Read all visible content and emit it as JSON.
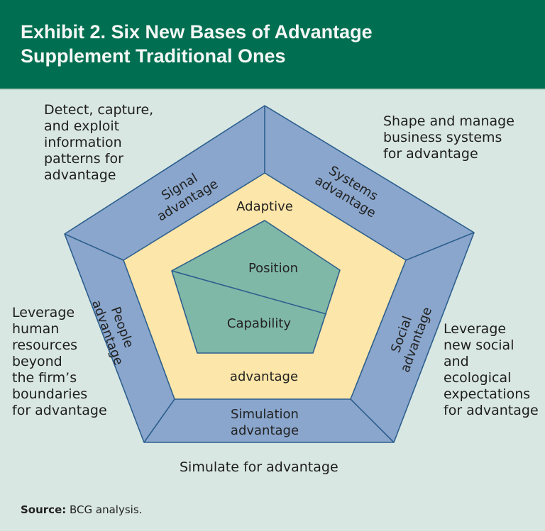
{
  "header": {
    "title_line1": "Exhibit 2. Six New Bases of Advantage",
    "title_line2": "Supplement Traditional Ones"
  },
  "diagram": {
    "core": {
      "position": "Position",
      "capability": "Capability"
    },
    "middle": {
      "adaptive": "Adaptive",
      "advantage": "advantage"
    },
    "outer": {
      "signal": [
        "Signal",
        "advantage"
      ],
      "systems": [
        "Systems",
        "advantage"
      ],
      "social": [
        "Social",
        "advantage"
      ],
      "simulation": [
        "Simulation",
        "advantage"
      ],
      "people": [
        "People",
        "advantage"
      ]
    },
    "descriptions": {
      "signal": [
        "Detect, capture,",
        "and exploit",
        "information",
        "patterns for",
        "advantage"
      ],
      "systems": [
        "Shape and manage",
        "business systems",
        "for advantage"
      ],
      "social": [
        "Leverage",
        "new social",
        "and",
        "ecological",
        "expectations",
        "for advantage"
      ],
      "simulation": [
        "Simulate for advantage"
      ],
      "people": [
        "Leverage",
        "human",
        "resources",
        "beyond",
        "the firm’s",
        "boundaries",
        "for advantage"
      ]
    }
  },
  "source": {
    "label": "Source:",
    "text": " BCG analysis."
  },
  "colors": {
    "header": "#006f51",
    "outer": "#8aa6cc",
    "middle": "#fde6a9",
    "core": "#80b8a8",
    "stroke": "#2d5f8e"
  }
}
